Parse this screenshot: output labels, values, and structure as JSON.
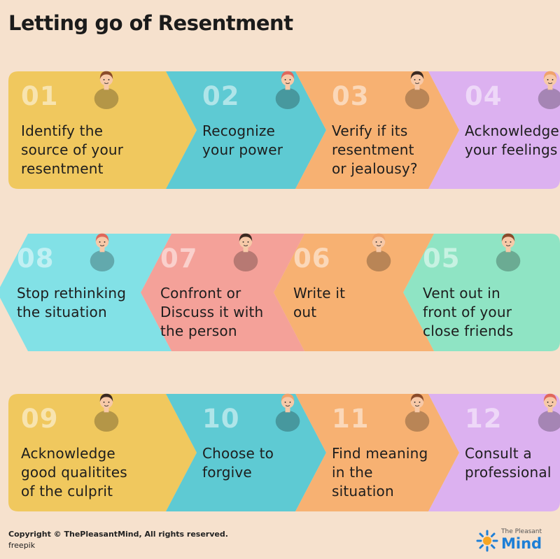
{
  "title": "Letting go of Resentment",
  "colors": {
    "background": "#f6e1cd",
    "yellow": "#f0c85e",
    "teal": "#5ecad3",
    "orange": "#f7b172",
    "lavender": "#dcb1f0",
    "cyan": "#82e1e6",
    "salmon": "#f4a199",
    "mint": "#8fe4c4"
  },
  "rows": [
    {
      "direction": "right",
      "steps": [
        {
          "number": "01",
          "text": "Identify the\nsource of your\nresentment",
          "color": "#f0c85e",
          "icon": "angry-man-icon"
        },
        {
          "number": "02",
          "text": "Recognize\nyour power",
          "color": "#5ecad3",
          "icon": "confident-woman-icon"
        },
        {
          "number": "03",
          "text": "Verify if its\nresentment\nor jealousy?",
          "color": "#f7b172",
          "icon": "frustrated-woman-icon"
        },
        {
          "number": "04",
          "text": "Acknowledge\nyour feelings",
          "color": "#dcb1f0",
          "icon": "thumbs-up-woman-icon"
        }
      ]
    },
    {
      "direction": "left",
      "steps": [
        {
          "number": "08",
          "text": "Stop rethinking\nthe situation",
          "color": "#82e1e6",
          "icon": "thinking-woman-icon"
        },
        {
          "number": "07",
          "text": "Confront or\nDiscuss it with\nthe person",
          "color": "#f4a199",
          "icon": "two-women-talking-icon"
        },
        {
          "number": "06",
          "text": "Write it\nout",
          "color": "#f7b172",
          "icon": "woman-reading-icon"
        },
        {
          "number": "05",
          "text": "Vent out in\nfront of your\nclose friends",
          "color": "#8fe4c4",
          "icon": "friends-whispering-icon"
        }
      ]
    },
    {
      "direction": "right",
      "steps": [
        {
          "number": "09",
          "text": "Acknowledge\ngood qualitites\nof the culprit",
          "color": "#f0c85e",
          "icon": "man-and-woman-arguing-icon"
        },
        {
          "number": "10",
          "text": "Choose to\nforgive",
          "color": "#5ecad3",
          "icon": "hugging-women-icon"
        },
        {
          "number": "11",
          "text": "Find meaning\nin the\nsituation",
          "color": "#f7b172",
          "icon": "consoling-friend-icon"
        },
        {
          "number": "12",
          "text": "Consult a\nprofessional",
          "color": "#dcb1f0",
          "icon": "therapist-session-icon"
        }
      ]
    }
  ],
  "footer": {
    "copyright": "Copyright © ThePleasantMind, All rights reserved.",
    "credit": "freepik"
  },
  "brand": {
    "top": "The Pleasant",
    "main": "Mind",
    "icon": "sun-logo-icon"
  }
}
